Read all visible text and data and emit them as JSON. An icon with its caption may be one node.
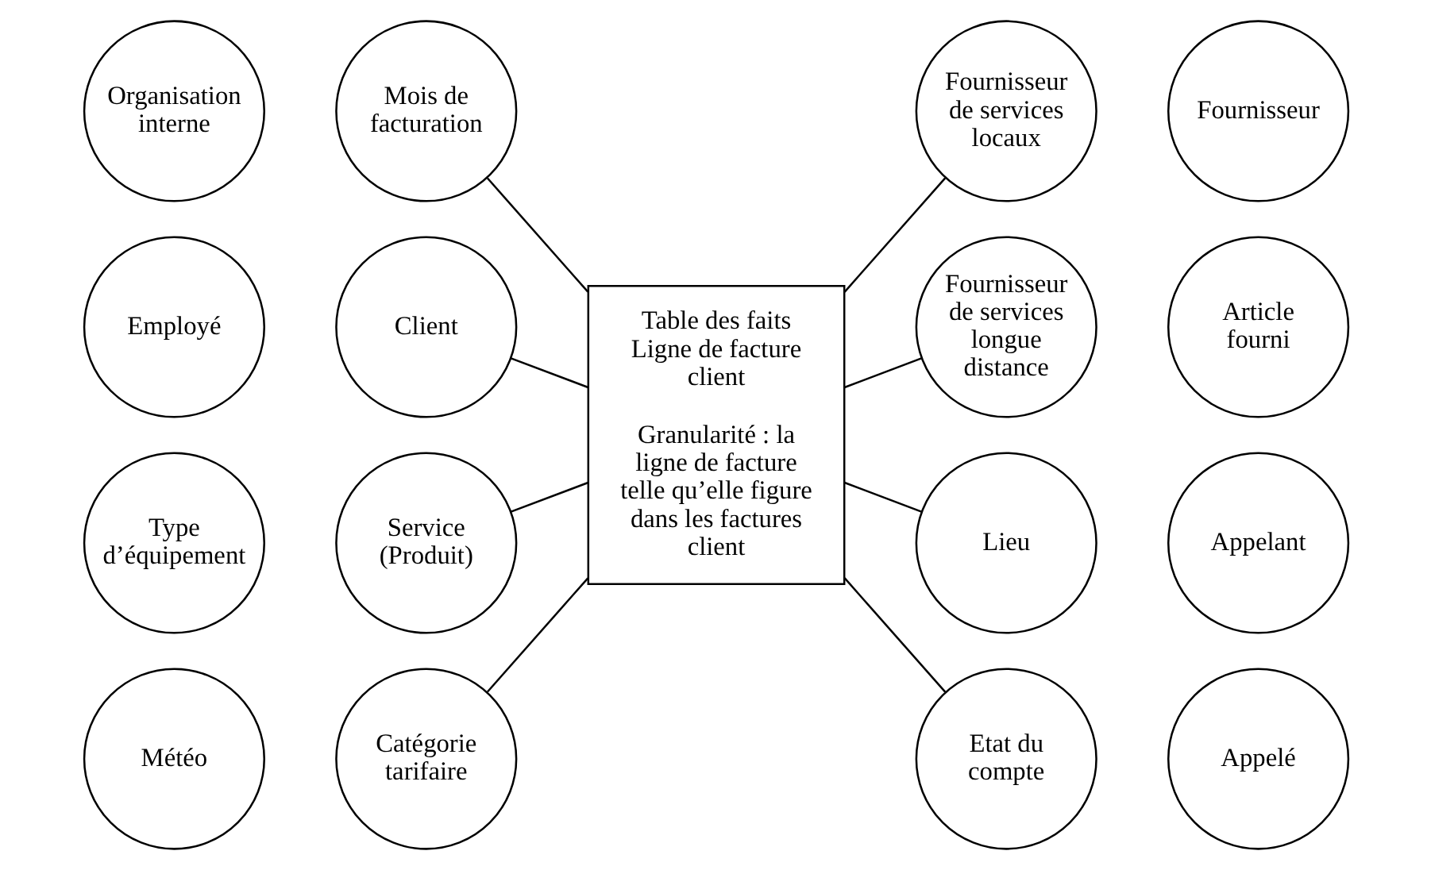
{
  "diagram": {
    "nodes": [
      {
        "text": [
          "Organisation interne"
        ]
      },
      {
        "text": [
          "Employé"
        ]
      },
      {
        "text": [
          "Type d’équipement"
        ]
      },
      {
        "text": [
          "Météo"
        ]
      },
      {
        "text": [
          "Mois de facturation"
        ]
      },
      {
        "text": [
          "Client"
        ]
      },
      {
        "text": [
          "Service (Produit)"
        ]
      },
      {
        "text": [
          "Catégorie tarifaire"
        ]
      },
      {
        "text": [
          "Table des faits Ligne de facture client",
          "Granularité : la ligne de facture telle qu’elle figure dans les factures client"
        ]
      },
      {
        "text": [
          "Fournisseur de services locaux"
        ]
      },
      {
        "text": [
          "Fournisseur de services longue distance"
        ]
      },
      {
        "text": [
          "Lieu"
        ]
      },
      {
        "text": [
          "Etat du compte"
        ]
      },
      {
        "text": [
          "Fournisseur"
        ]
      },
      {
        "text": [
          "Article fourni"
        ]
      },
      {
        "text": [
          "Appelant"
        ]
      },
      {
        "text": [
          "Appelé"
        ]
      }
    ],
    "edges": [
      {
        "from": 4,
        "to": 8,
        "arrow": "none"
      },
      {
        "from": 5,
        "to": 8,
        "arrow": "none"
      },
      {
        "from": 6,
        "to": 8,
        "arrow": "none"
      },
      {
        "from": 7,
        "to": 8,
        "arrow": "none"
      },
      {
        "from": 8,
        "to": 9,
        "arrow": "none"
      },
      {
        "from": 8,
        "to": 10,
        "arrow": "none"
      },
      {
        "from": 8,
        "to": 11,
        "arrow": "none"
      },
      {
        "from": 8,
        "to": 12,
        "arrow": "none"
      }
    ]
  }
}
